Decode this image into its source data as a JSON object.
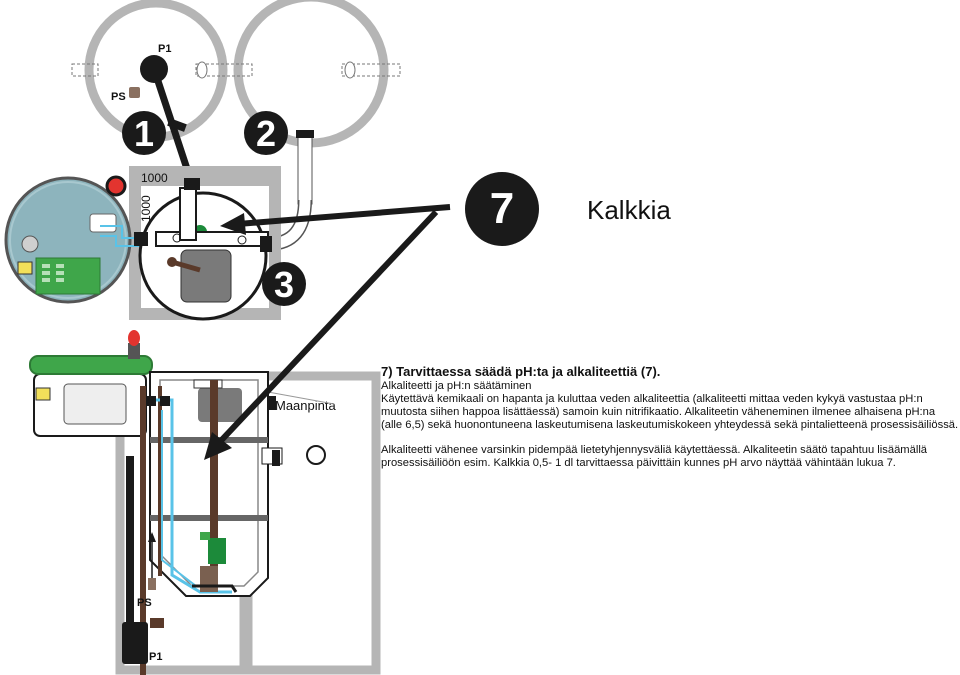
{
  "labels": {
    "p1_top": "P1",
    "ps_top": "PS",
    "num_1": "1",
    "num_2": "2",
    "num_3": "3",
    "dim_1000_h": "1000",
    "dim_1000_v": "1000",
    "ground": "Maanpinta",
    "ps_bottom": "PS",
    "p1_bottom": "P1"
  },
  "callout": {
    "number": "7",
    "label": "Kalkkia"
  },
  "text": {
    "heading": "7) Tarvittaessa säädä pH:ta ja alkaliteettiä (7).",
    "subheading": "Alkaliteetti ja pH:n säätäminen",
    "paragraph1": "Käytettävä kemikaali on hapanta ja kuluttaa veden alkaliteettia (alkaliteetti mittaa veden kykyä vastustaa pH:n muutosta siihen happoa lisättäessä) samoin kuin nitrifikaatio. Alkaliteetin väheneminen ilmenee alhaisena pH:na (alle 6,5) sekä huonontuneena laskeutumisena laskeutumiskokeen yhteydessä sekä pintalietteenä prosessisäiliössä.",
    "paragraph2": "Alkaliteetti vähenee varsinkin pidempää lietetyhjennysväliä käytettäessä. Alkaliteetin säätö tapahtuu lisäämällä prosessisäiliöön esim. Kalkkia 0,5- 1 dl tarvittaessa päivittäin kunnes pH arvo näyttää vähintään lukua 7."
  },
  "colors": {
    "tank_outline": "#b5b5b5",
    "dark": "#1a1a1a",
    "pipe_blue": "#59c3e8",
    "panel_green": "#3fa64a",
    "unit_teal": "#8db4bd",
    "alarm_red": "#e3342f",
    "motor_grey": "#7a7a7a"
  }
}
